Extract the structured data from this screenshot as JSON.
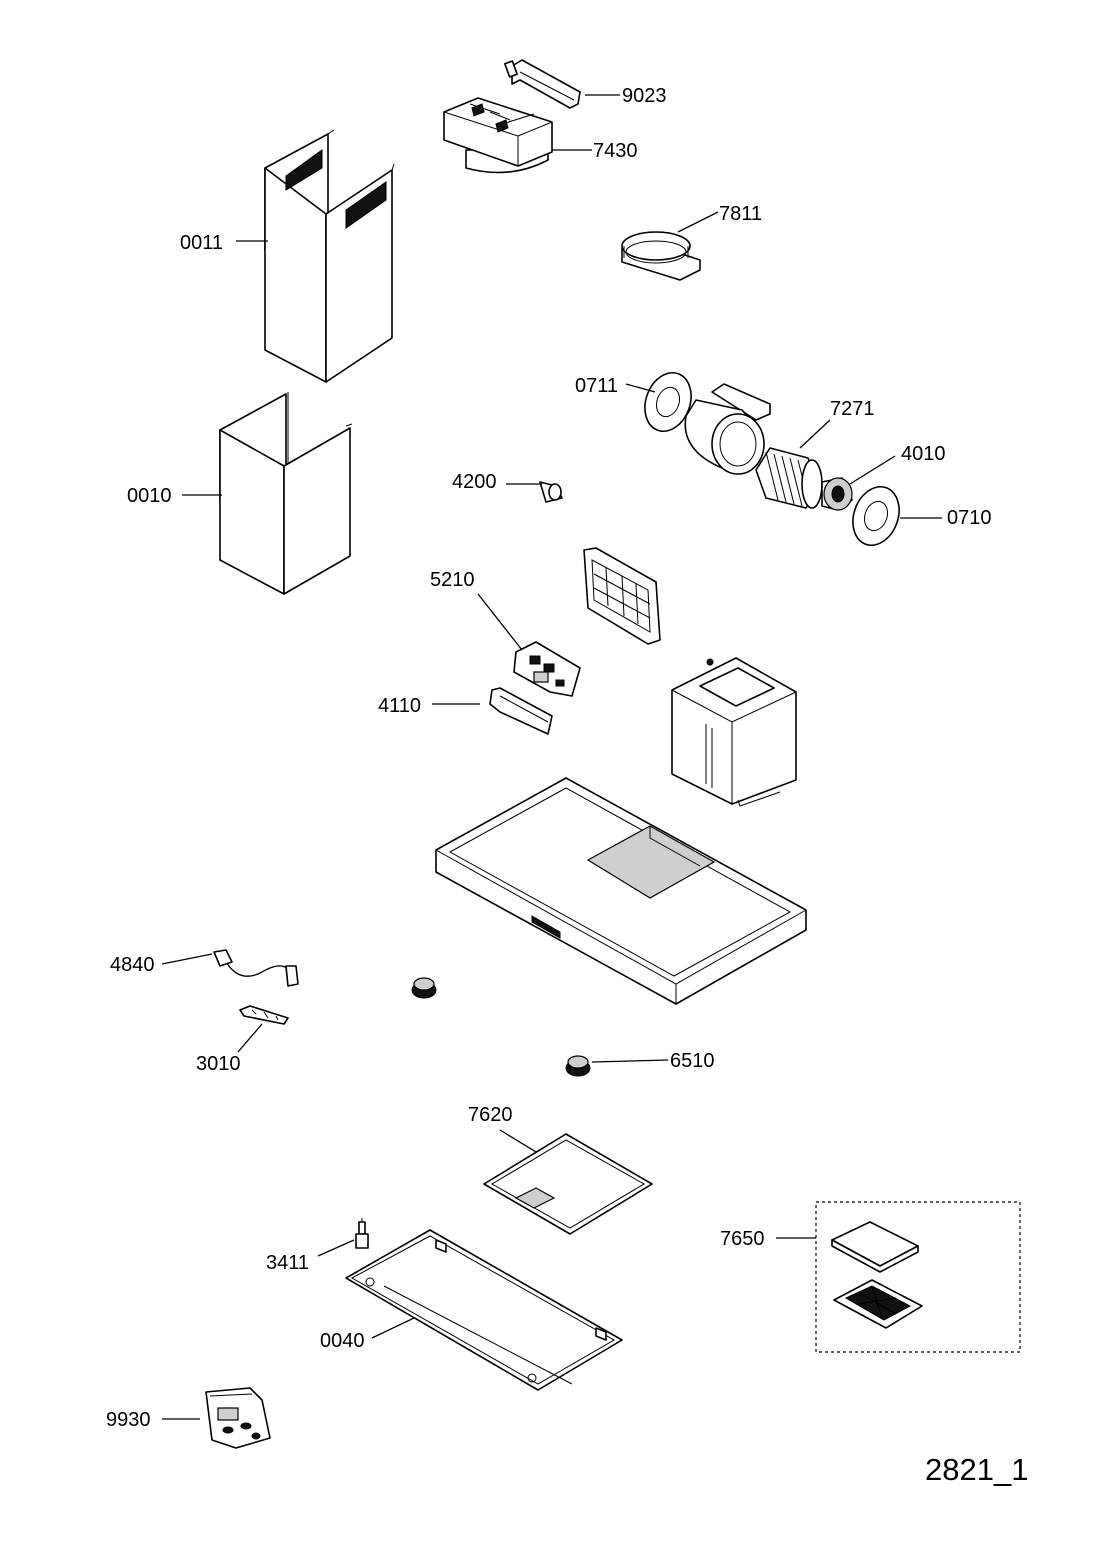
{
  "drawing_number": "2821_1",
  "parts": [
    {
      "id": "9023",
      "label": "9023"
    },
    {
      "id": "7430",
      "label": "7430"
    },
    {
      "id": "7811",
      "label": "7811"
    },
    {
      "id": "0011",
      "label": "0011"
    },
    {
      "id": "0711",
      "label": "0711"
    },
    {
      "id": "7271",
      "label": "7271"
    },
    {
      "id": "4010",
      "label": "4010"
    },
    {
      "id": "0010",
      "label": "0010"
    },
    {
      "id": "4200",
      "label": "4200"
    },
    {
      "id": "0710",
      "label": "0710"
    },
    {
      "id": "5210",
      "label": "5210"
    },
    {
      "id": "4110",
      "label": "4110"
    },
    {
      "id": "4840",
      "label": "4840"
    },
    {
      "id": "3010",
      "label": "3010"
    },
    {
      "id": "6510",
      "label": "6510"
    },
    {
      "id": "7620",
      "label": "7620"
    },
    {
      "id": "7650",
      "label": "7650"
    },
    {
      "id": "3411",
      "label": "3411"
    },
    {
      "id": "0040",
      "label": "0040"
    },
    {
      "id": "9930",
      "label": "9930"
    }
  ]
}
